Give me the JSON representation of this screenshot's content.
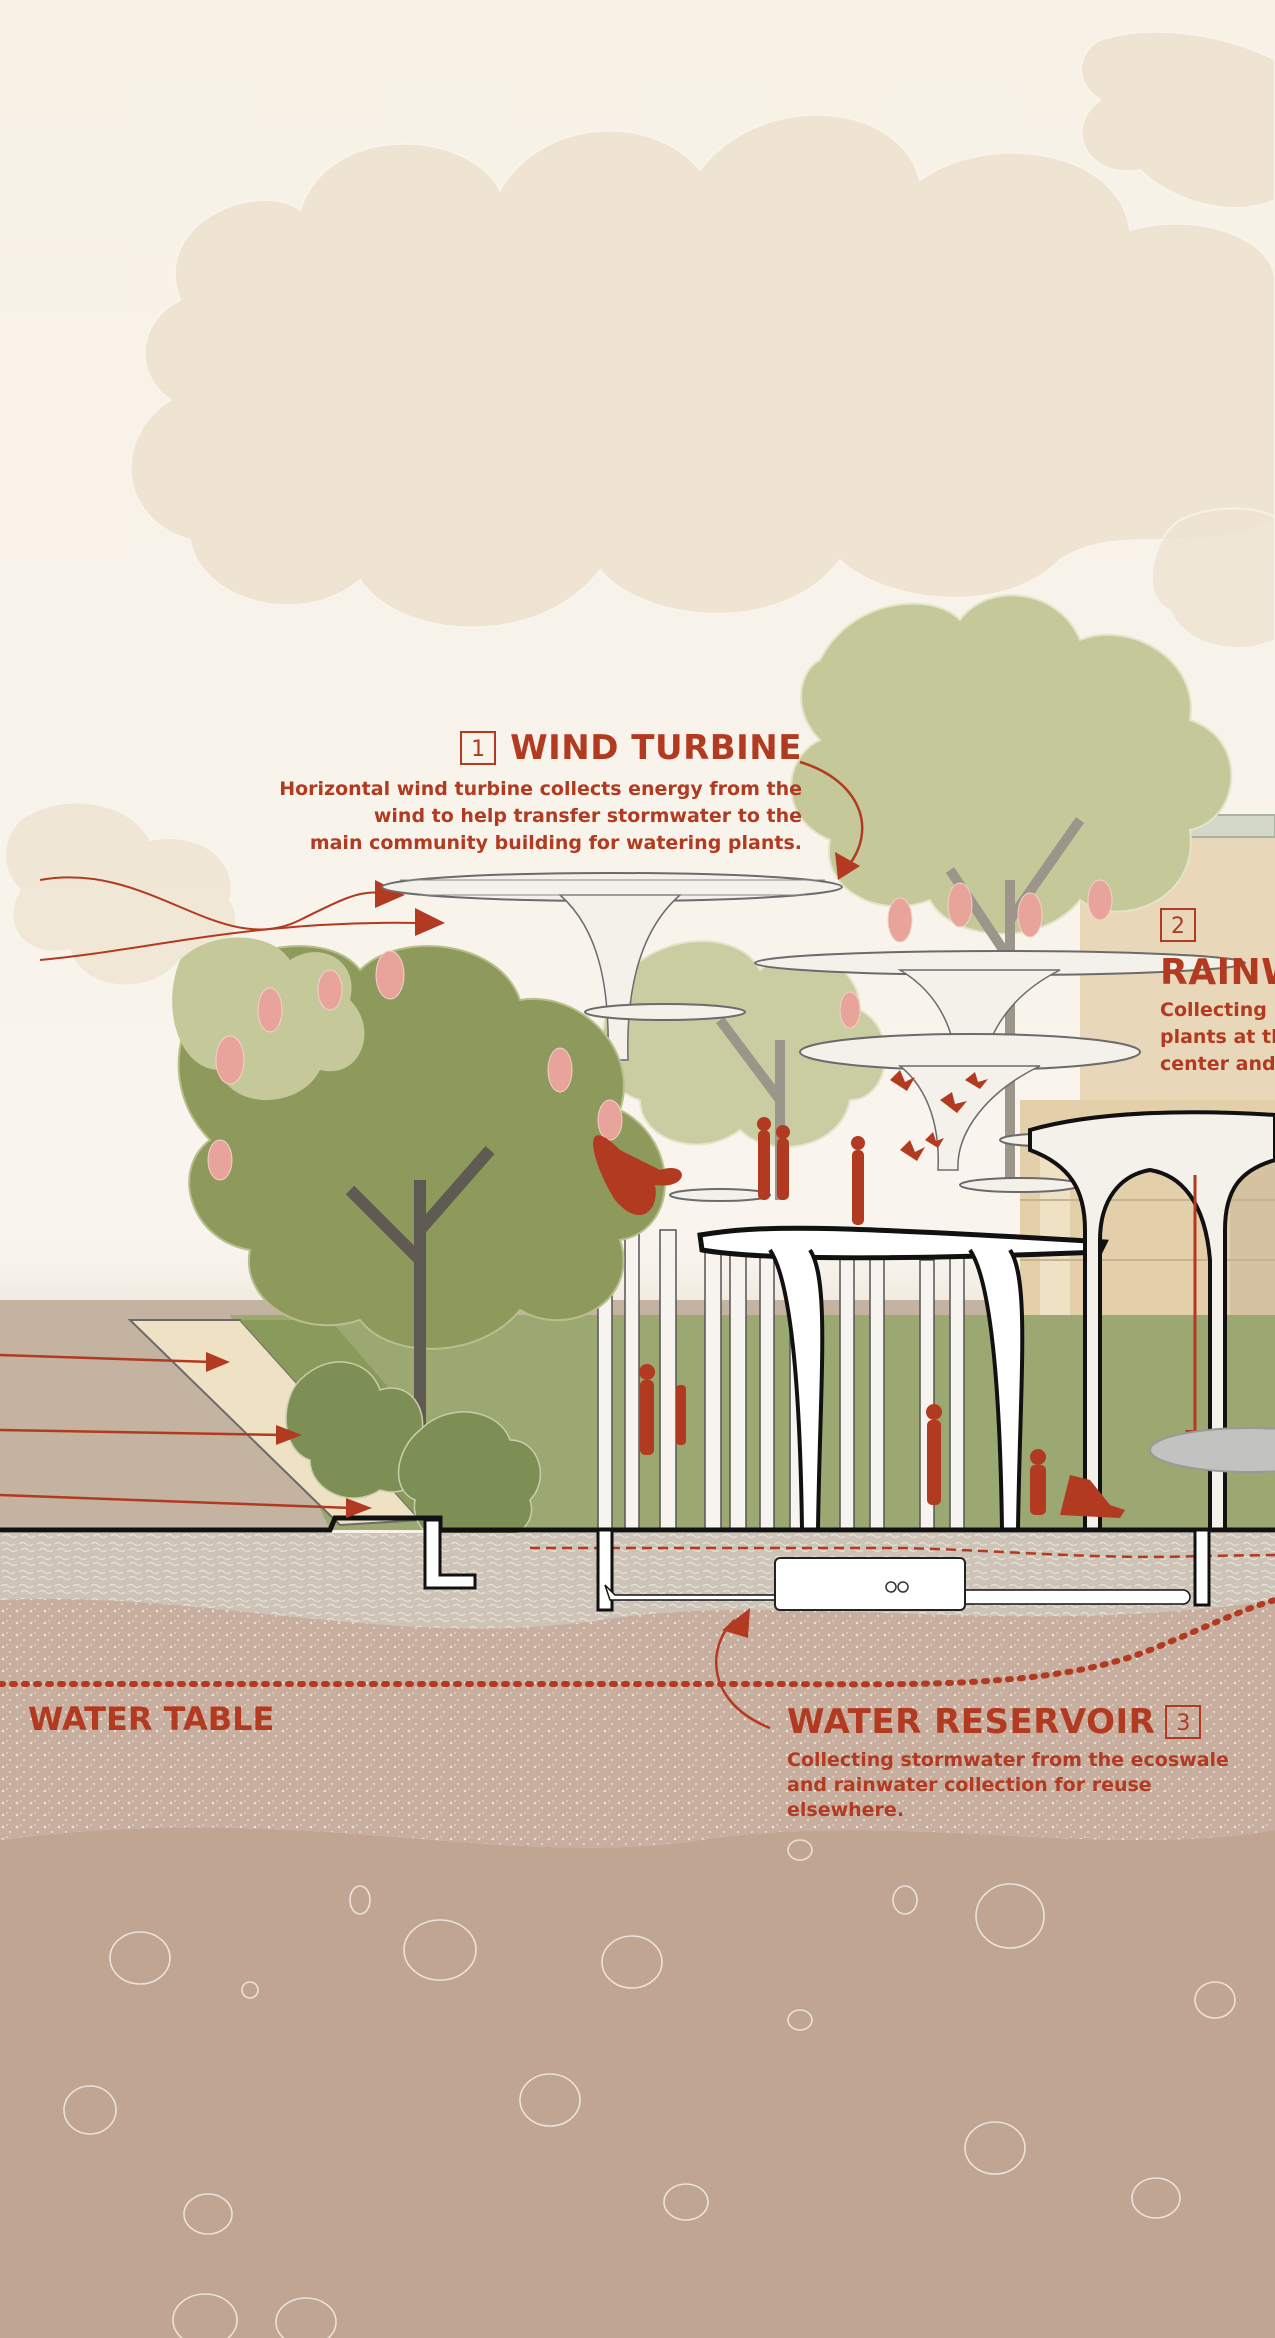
{
  "labels": {
    "wind_turbine": {
      "number": "1",
      "title": "WIND TURBINE",
      "description_lines": [
        "Horizontal wind turbine collects energy from the",
        "wind to help transfer stormwater to the",
        "main community building for watering plants."
      ]
    },
    "rainwater": {
      "number": "2",
      "title": "RAINW",
      "description_lines": [
        "Collecting r",
        "plants at th",
        "center and"
      ]
    },
    "water_reservoir": {
      "number": "3",
      "title": "WATER RESERVOIR",
      "description_lines": [
        "Collecting stormwater from the ecoswale",
        "and rainwater collection for reuse elsewhere."
      ]
    },
    "water_table": {
      "title": "WATER TABLE"
    }
  },
  "colors": {
    "accent": "#b23a20",
    "sky": "#f7f1e6",
    "cloud": "#efe4d2",
    "foliage_light": "#c5c99a",
    "foliage_dark": "#8e9a5c",
    "blossom": "#e8a39a",
    "lawn": "#9ba872",
    "soil_upper": "#cfc4b6",
    "soil_band": "#c6ad9f",
    "soil_deep": "#c0a592",
    "canopy": "#f4f0ea"
  }
}
